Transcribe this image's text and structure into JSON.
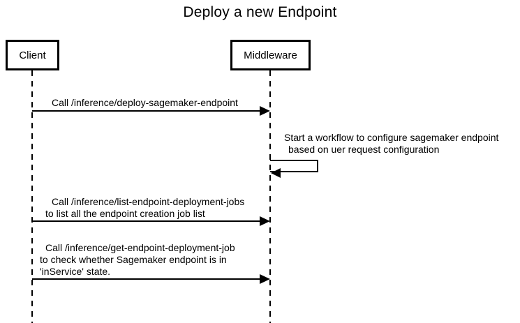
{
  "title": "Deploy a new Endpoint",
  "colors": {
    "line": "#000000",
    "text": "#000000",
    "background": "#ffffff"
  },
  "actors": [
    {
      "name": "Client"
    },
    {
      "name": "Middleware"
    }
  ],
  "messages": [
    {
      "type": "arrow",
      "from": "Client",
      "to": "Middleware",
      "lines": [
        "Call /inference/deploy-sagemaker-endpoint"
      ]
    },
    {
      "type": "self",
      "actor": "Middleware",
      "lines": [
        "Start a workflow to configure sagemaker endpoint",
        "based on uer request configuration"
      ]
    },
    {
      "type": "arrow",
      "from": "Client",
      "to": "Middleware",
      "lines": [
        "Call /inference/list-endpoint-deployment-jobs",
        "to list all the endpoint creation job list"
      ]
    },
    {
      "type": "arrow",
      "from": "Client",
      "to": "Middleware",
      "lines": [
        "Call /inference/get-endpoint-deployment-job",
        "to check whether Sagemaker endpoint is in",
        "'inService' state."
      ]
    }
  ]
}
